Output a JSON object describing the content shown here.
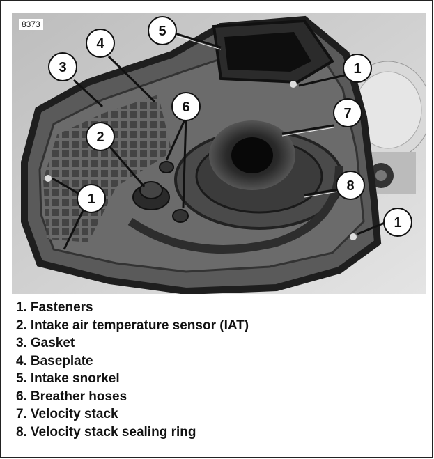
{
  "figure_id": "8373",
  "callouts": [
    {
      "id": "c5",
      "number": "5"
    },
    {
      "id": "c4",
      "number": "4"
    },
    {
      "id": "c3",
      "number": "3"
    },
    {
      "id": "c1a",
      "number": "1"
    },
    {
      "id": "c6",
      "number": "6"
    },
    {
      "id": "c7",
      "number": "7"
    },
    {
      "id": "c2",
      "number": "2"
    },
    {
      "id": "c8",
      "number": "8"
    },
    {
      "id": "c1b",
      "number": "1"
    },
    {
      "id": "c1c",
      "number": "1"
    }
  ],
  "legend": [
    {
      "number": "1.",
      "label": "Fasteners"
    },
    {
      "number": "2.",
      "label": "Intake air temperature sensor (IAT)"
    },
    {
      "number": "3.",
      "label": "Gasket"
    },
    {
      "number": "4.",
      "label": "Baseplate"
    },
    {
      "number": "5.",
      "label": "Intake snorkel"
    },
    {
      "number": "6.",
      "label": "Breather hoses"
    },
    {
      "number": "7.",
      "label": "Velocity stack"
    },
    {
      "number": "8.",
      "label": "Velocity stack sealing ring"
    }
  ]
}
